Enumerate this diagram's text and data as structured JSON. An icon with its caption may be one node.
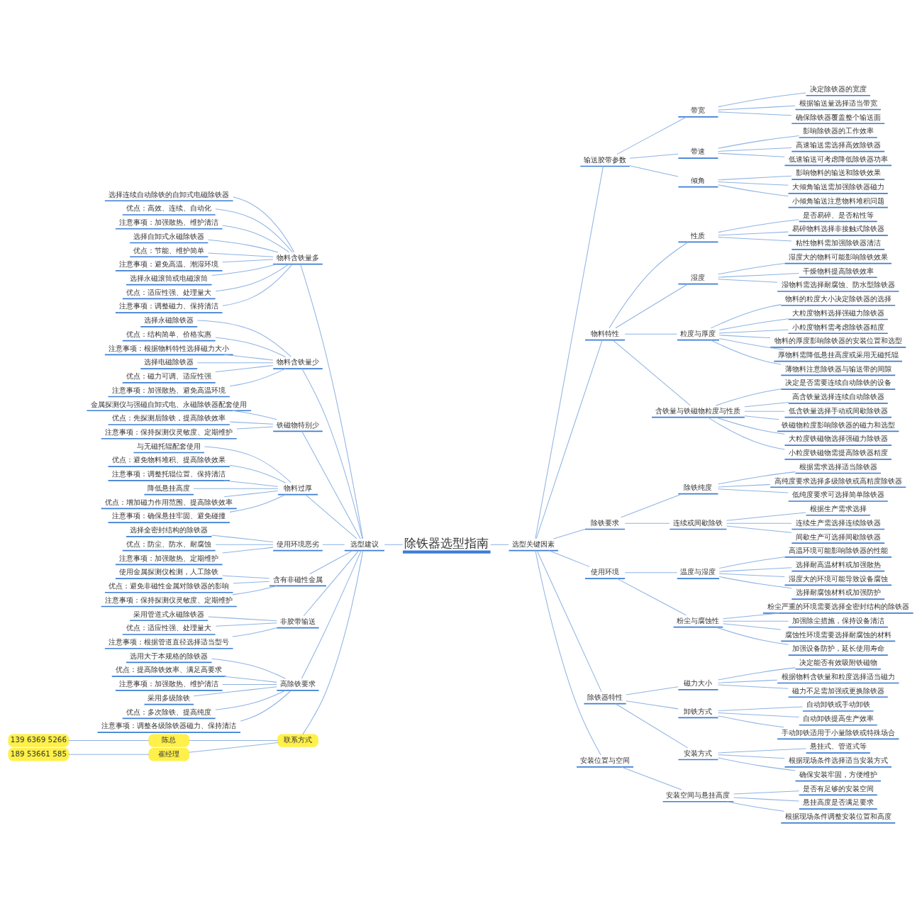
{
  "diagram": {
    "nodes": [
      {
        "text": [
          "除铁器选型指南"
        ]
      },
      {
        "text": [
          "选型建议"
        ]
      },
      {
        "text": [
          "物料含铁量多"
        ]
      },
      {
        "text": [
          "选择连续自动除铁的自卸式电磁除铁器"
        ]
      },
      {
        "text": [
          "优点：高效、连续、自动化"
        ]
      },
      {
        "text": [
          "注意事项：加强散热、维护清洁"
        ]
      },
      {
        "text": [
          "选择自卸式永磁除铁器"
        ]
      },
      {
        "text": [
          "优点：节能、维护简单"
        ]
      },
      {
        "text": [
          "注意事项：避免高温、潮湿环境"
        ]
      },
      {
        "text": [
          "选择永磁滚筒或电磁滚筒"
        ]
      },
      {
        "text": [
          "优点：适应性强、处理量大"
        ]
      },
      {
        "text": [
          "注意事项：调整磁力、保持清洁"
        ]
      },
      {
        "text": [
          "物料含铁量少"
        ]
      },
      {
        "text": [
          "选择永磁除铁器"
        ]
      },
      {
        "text": [
          "优点：结构简单、价格实惠"
        ]
      },
      {
        "text": [
          "注意事项：根据物料特性选择磁力大小"
        ]
      },
      {
        "text": [
          "选择电磁除铁器"
        ]
      },
      {
        "text": [
          "优点：磁力可调、适应性强"
        ]
      },
      {
        "text": [
          "注意事项：加强散热、避免高温环境"
        ]
      },
      {
        "text": [
          "铁磁物特别少"
        ]
      },
      {
        "text": [
          "金属探测仪与强磁自卸式电、永磁除铁器配套使用"
        ]
      },
      {
        "text": [
          "优点：先探测后除铁，提高除铁效率"
        ]
      },
      {
        "text": [
          "注意事项：保持探测仪灵敏度、定期维护"
        ]
      },
      {
        "text": [
          "物料过厚"
        ]
      },
      {
        "text": [
          "与无磁托辊配套使用"
        ]
      },
      {
        "text": [
          "优点：避免物料堆积、提高除铁效果"
        ]
      },
      {
        "text": [
          "注意事项：调整托辊位置、保持清洁"
        ]
      },
      {
        "text": [
          "降低悬挂高度"
        ]
      },
      {
        "text": [
          "优点：增加磁力作用范围、提高除铁效率"
        ]
      },
      {
        "text": [
          "注意事项：确保悬挂牢固、避免碰撞"
        ]
      },
      {
        "text": [
          "使用环境恶劣"
        ]
      },
      {
        "text": [
          "选择全密封结构的除铁器"
        ]
      },
      {
        "text": [
          "优点：防尘、防水、耐腐蚀"
        ]
      },
      {
        "text": [
          "注意事项：加强散热、定期维护"
        ]
      },
      {
        "text": [
          "含有非磁性金属"
        ]
      },
      {
        "text": [
          "使用金属探测仪检测，人工除铁"
        ]
      },
      {
        "text": [
          "优点：避免非磁性金属对除铁器的影响"
        ]
      },
      {
        "text": [
          "注意事项：保持探测仪灵敏度、定期维护"
        ]
      },
      {
        "text": [
          "非胶带输送"
        ]
      },
      {
        "text": [
          "采用管道式永磁除铁器"
        ]
      },
      {
        "text": [
          "优点：适应性强、处理量大"
        ]
      },
      {
        "text": [
          "注意事项：根据管道直径选择适当型号"
        ]
      },
      {
        "text": [
          "高除铁要求"
        ]
      },
      {
        "text": [
          "选用大于本规格的除铁器"
        ]
      },
      {
        "text": [
          "优点：提高除铁效率、满足高要求"
        ]
      },
      {
        "text": [
          "注意事项：加强散热、维护清洁"
        ]
      },
      {
        "text": [
          "采用多级除铁"
        ]
      },
      {
        "text": [
          "优点：多次除铁、提高纯度"
        ]
      },
      {
        "text": [
          "注意事项：调整各级除铁器磁力、保持清洁"
        ]
      },
      {
        "text": [
          "联系方式"
        ]
      },
      {
        "text": [
          "陈总"
        ]
      },
      {
        "text": [
          "139 6369 5266"
        ]
      },
      {
        "text": [
          "崔经理"
        ]
      },
      {
        "text": [
          "189 53661 585"
        ]
      },
      {
        "text": [
          "选型关键因素"
        ]
      },
      {
        "text": [
          "输送胶带参数"
        ]
      },
      {
        "text": [
          "带宽"
        ]
      },
      {
        "text": [
          "决定除铁器的宽度"
        ]
      },
      {
        "text": [
          "根据输送量选择适当带宽"
        ]
      },
      {
        "text": [
          "确保除铁器覆盖整个输送面"
        ]
      },
      {
        "text": [
          "带速"
        ]
      },
      {
        "text": [
          "影响除铁器的工作效率"
        ]
      },
      {
        "text": [
          "高速输送需选择高效除铁器"
        ]
      },
      {
        "text": [
          "低速输送可考虑降低除铁器功率"
        ]
      },
      {
        "text": [
          "倾角"
        ]
      },
      {
        "text": [
          "影响物料的输送和除铁效果"
        ]
      },
      {
        "text": [
          "大倾角输送需加强除铁器磁力"
        ]
      },
      {
        "text": [
          "小倾角输送注意物料堆积问题"
        ]
      },
      {
        "text": [
          "物料特性"
        ]
      },
      {
        "text": [
          "性质"
        ]
      },
      {
        "text": [
          "是否易碎、是否粘性等"
        ]
      },
      {
        "text": [
          "易碎物料选择非接触式除铁器"
        ]
      },
      {
        "text": [
          "粘性物料需加强除铁器清洁"
        ]
      },
      {
        "text": [
          "湿度"
        ]
      },
      {
        "text": [
          "湿度大的物料可能影响除铁效果"
        ]
      },
      {
        "text": [
          "干燥物料提高除铁效率"
        ]
      },
      {
        "text": [
          "湿物料需选择耐腐蚀、防水型除铁器"
        ]
      },
      {
        "text": [
          "粒度与厚度"
        ]
      },
      {
        "text": [
          "物料的粒度大小决定除铁器的选择"
        ]
      },
      {
        "text": [
          "大粒度物料选择强磁力除铁器"
        ]
      },
      {
        "text": [
          "小粒度物料需考虑除铁器精度"
        ]
      },
      {
        "text": [
          "物料的厚度影响除铁器的安装位置和选型"
        ]
      },
      {
        "text": [
          "厚物料需降低悬挂高度或采用无磁托辊"
        ]
      },
      {
        "text": [
          "薄物料注意除铁器与输送带的间隙"
        ]
      },
      {
        "text": [
          "含铁量与铁磁物粒度与性质"
        ]
      },
      {
        "text": [
          "决定是否需要连续自动除铁的设备"
        ]
      },
      {
        "text": [
          "高含铁量选择连续自动除铁器"
        ]
      },
      {
        "text": [
          "低含铁量选择手动或间歇除铁器"
        ]
      },
      {
        "text": [
          "铁磁物粒度影响除铁器的磁力和选型"
        ]
      },
      {
        "text": [
          "大粒度铁磁物选择强磁力除铁器"
        ]
      },
      {
        "text": [
          "小粒度铁磁物需提高除铁器精度"
        ]
      },
      {
        "text": [
          "除铁要求"
        ]
      },
      {
        "text": [
          "除铁纯度"
        ]
      },
      {
        "text": [
          "根据需求选择适当除铁器"
        ]
      },
      {
        "text": [
          "高纯度要求选择多级除铁或高精度除铁器"
        ]
      },
      {
        "text": [
          "低纯度要求可选择简单除铁器"
        ]
      },
      {
        "text": [
          "连续或间歇除铁"
        ]
      },
      {
        "text": [
          "根据生产需求选择"
        ]
      },
      {
        "text": [
          "连续生产需选择连续除铁器"
        ]
      },
      {
        "text": [
          "间歇生产可选择间歇除铁器"
        ]
      },
      {
        "text": [
          "使用环境"
        ]
      },
      {
        "text": [
          "温度与湿度"
        ]
      },
      {
        "text": [
          "高温环境可能影响除铁器的性能"
        ]
      },
      {
        "text": [
          "选择耐高温材料或加强散热"
        ]
      },
      {
        "text": [
          "湿度大的环境可能导致设备腐蚀"
        ]
      },
      {
        "text": [
          "选择耐腐蚀材料或加强防护"
        ]
      },
      {
        "text": [
          "粉尘与腐蚀性"
        ]
      },
      {
        "text": [
          "粉尘严重的环境需要选择全密封结构的除铁器"
        ]
      },
      {
        "text": [
          "加强除尘措施，保持设备清洁"
        ]
      },
      {
        "text": [
          "腐蚀性环境需要选择耐腐蚀的材料"
        ]
      },
      {
        "text": [
          "加强设备防护，延长使用寿命"
        ]
      },
      {
        "text": [
          "除铁器特性"
        ]
      },
      {
        "text": [
          "磁力大小"
        ]
      },
      {
        "text": [
          "决定能否有效吸附铁磁物"
        ]
      },
      {
        "text": [
          "根据物料含铁量和粒度选择适当磁力"
        ]
      },
      {
        "text": [
          "磁力不足需加强或更换除铁器"
        ]
      },
      {
        "text": [
          "卸铁方式"
        ]
      },
      {
        "text": [
          "自动卸铁或手动卸铁"
        ]
      },
      {
        "text": [
          "自动卸铁提高生产效率"
        ]
      },
      {
        "text": [
          "手动卸铁适用于小量除铁或特殊场合"
        ]
      },
      {
        "text": [
          "安装方式"
        ]
      },
      {
        "text": [
          "悬挂式、管道式等"
        ]
      },
      {
        "text": [
          "根据现场条件选择适当安装方式"
        ]
      },
      {
        "text": [
          "确保安装牢固，方便维护"
        ]
      },
      {
        "text": [
          "安装位置与空间"
        ]
      },
      {
        "text": [
          "安装空间与悬挂高度"
        ]
      },
      {
        "text": [
          "是否有足够的安装空间"
        ]
      },
      {
        "text": [
          "悬挂高度是否满足要求"
        ]
      },
      {
        "text": [
          "根据现场条件调整安装位置和高度"
        ]
      }
    ],
    "edges": [
      {
        "from": 1,
        "to": 0,
        "arrow": "none"
      },
      {
        "from": 2,
        "to": 1,
        "arrow": "none"
      },
      {
        "from": 3,
        "to": 2,
        "arrow": "none"
      },
      {
        "from": 4,
        "to": 2,
        "arrow": "none"
      },
      {
        "from": 5,
        "to": 2,
        "arrow": "none"
      },
      {
        "from": 6,
        "to": 2,
        "arrow": "none"
      },
      {
        "from": 7,
        "to": 2,
        "arrow": "none"
      },
      {
        "from": 8,
        "to": 2,
        "arrow": "none"
      },
      {
        "from": 9,
        "to": 2,
        "arrow": "none"
      },
      {
        "from": 10,
        "to": 2,
        "arrow": "none"
      },
      {
        "from": 11,
        "to": 2,
        "arrow": "none"
      },
      {
        "from": 12,
        "to": 1,
        "arrow": "none"
      },
      {
        "from": 13,
        "to": 12,
        "arrow": "none"
      },
      {
        "from": 14,
        "to": 12,
        "arrow": "none"
      },
      {
        "from": 15,
        "to": 12,
        "arrow": "none"
      },
      {
        "from": 16,
        "to": 12,
        "arrow": "none"
      },
      {
        "from": 17,
        "to": 12,
        "arrow": "none"
      },
      {
        "from": 18,
        "to": 12,
        "arrow": "none"
      },
      {
        "from": 19,
        "to": 1,
        "arrow": "none"
      },
      {
        "from": 20,
        "to": 19,
        "arrow": "none"
      },
      {
        "from": 21,
        "to": 19,
        "arrow": "none"
      },
      {
        "from": 22,
        "to": 19,
        "arrow": "none"
      },
      {
        "from": 23,
        "to": 1,
        "arrow": "none"
      },
      {
        "from": 24,
        "to": 23,
        "arrow": "none"
      },
      {
        "from": 25,
        "to": 23,
        "arrow": "none"
      },
      {
        "from": 26,
        "to": 23,
        "arrow": "none"
      },
      {
        "from": 27,
        "to": 23,
        "arrow": "none"
      },
      {
        "from": 28,
        "to": 23,
        "arrow": "none"
      },
      {
        "from": 29,
        "to": 23,
        "arrow": "none"
      },
      {
        "from": 30,
        "to": 1,
        "arrow": "none"
      },
      {
        "from": 31,
        "to": 30,
        "arrow": "none"
      },
      {
        "from": 32,
        "to": 30,
        "arrow": "none"
      },
      {
        "from": 33,
        "to": 30,
        "arrow": "none"
      },
      {
        "from": 34,
        "to": 1,
        "arrow": "none"
      },
      {
        "from": 35,
        "to": 34,
        "arrow": "none"
      },
      {
        "from": 36,
        "to": 34,
        "arrow": "none"
      },
      {
        "from": 37,
        "to": 34,
        "arrow": "none"
      },
      {
        "from": 38,
        "to": 1,
        "arrow": "none"
      },
      {
        "from": 39,
        "to": 38,
        "arrow": "none"
      },
      {
        "from": 40,
        "to": 38,
        "arrow": "none"
      },
      {
        "from": 41,
        "to": 38,
        "arrow": "none"
      },
      {
        "from": 42,
        "to": 1,
        "arrow": "none"
      },
      {
        "from": 43,
        "to": 42,
        "arrow": "none"
      },
      {
        "from": 44,
        "to": 42,
        "arrow": "none"
      },
      {
        "from": 45,
        "to": 42,
        "arrow": "none"
      },
      {
        "from": 46,
        "to": 42,
        "arrow": "none"
      },
      {
        "from": 47,
        "to": 42,
        "arrow": "none"
      },
      {
        "from": 48,
        "to": 42,
        "arrow": "none"
      },
      {
        "from": 49,
        "to": 1,
        "arrow": "none"
      },
      {
        "from": 50,
        "to": 49,
        "arrow": "none"
      },
      {
        "from": 51,
        "to": 50,
        "arrow": "none"
      },
      {
        "from": 52,
        "to": 49,
        "arrow": "none"
      },
      {
        "from": 53,
        "to": 52,
        "arrow": "none"
      },
      {
        "from": 0,
        "to": 54,
        "arrow": "none"
      },
      {
        "from": 54,
        "to": 55,
        "arrow": "none"
      },
      {
        "from": 55,
        "to": 56,
        "arrow": "none"
      },
      {
        "from": 56,
        "to": 57,
        "arrow": "none"
      },
      {
        "from": 56,
        "to": 58,
        "arrow": "none"
      },
      {
        "from": 56,
        "to": 59,
        "arrow": "none"
      },
      {
        "from": 55,
        "to": 60,
        "arrow": "none"
      },
      {
        "from": 60,
        "to": 61,
        "arrow": "none"
      },
      {
        "from": 60,
        "to": 62,
        "arrow": "none"
      },
      {
        "from": 60,
        "to": 63,
        "arrow": "none"
      },
      {
        "from": 55,
        "to": 64,
        "arrow": "none"
      },
      {
        "from": 64,
        "to": 65,
        "arrow": "none"
      },
      {
        "from": 64,
        "to": 66,
        "arrow": "none"
      },
      {
        "from": 64,
        "to": 67,
        "arrow": "none"
      },
      {
        "from": 54,
        "to": 68,
        "arrow": "none"
      },
      {
        "from": 68,
        "to": 69,
        "arrow": "none"
      },
      {
        "from": 69,
        "to": 70,
        "arrow": "none"
      },
      {
        "from": 69,
        "to": 71,
        "arrow": "none"
      },
      {
        "from": 69,
        "to": 72,
        "arrow": "none"
      },
      {
        "from": 68,
        "to": 73,
        "arrow": "none"
      },
      {
        "from": 73,
        "to": 74,
        "arrow": "none"
      },
      {
        "from": 73,
        "to": 75,
        "arrow": "none"
      },
      {
        "from": 73,
        "to": 76,
        "arrow": "none"
      },
      {
        "from": 68,
        "to": 77,
        "arrow": "none"
      },
      {
        "from": 77,
        "to": 78,
        "arrow": "none"
      },
      {
        "from": 77,
        "to": 79,
        "arrow": "none"
      },
      {
        "from": 77,
        "to": 80,
        "arrow": "none"
      },
      {
        "from": 77,
        "to": 81,
        "arrow": "none"
      },
      {
        "from": 77,
        "to": 82,
        "arrow": "none"
      },
      {
        "from": 77,
        "to": 83,
        "arrow": "none"
      },
      {
        "from": 68,
        "to": 84,
        "arrow": "none"
      },
      {
        "from": 84,
        "to": 85,
        "arrow": "none"
      },
      {
        "from": 84,
        "to": 86,
        "arrow": "none"
      },
      {
        "from": 84,
        "to": 87,
        "arrow": "none"
      },
      {
        "from": 84,
        "to": 88,
        "arrow": "none"
      },
      {
        "from": 84,
        "to": 89,
        "arrow": "none"
      },
      {
        "from": 84,
        "to": 90,
        "arrow": "none"
      },
      {
        "from": 54,
        "to": 91,
        "arrow": "none"
      },
      {
        "from": 91,
        "to": 92,
        "arrow": "none"
      },
      {
        "from": 92,
        "to": 93,
        "arrow": "none"
      },
      {
        "from": 92,
        "to": 94,
        "arrow": "none"
      },
      {
        "from": 92,
        "to": 95,
        "arrow": "none"
      },
      {
        "from": 91,
        "to": 96,
        "arrow": "none"
      },
      {
        "from": 96,
        "to": 97,
        "arrow": "none"
      },
      {
        "from": 96,
        "to": 98,
        "arrow": "none"
      },
      {
        "from": 96,
        "to": 99,
        "arrow": "none"
      },
      {
        "from": 54,
        "to": 100,
        "arrow": "none"
      },
      {
        "from": 100,
        "to": 101,
        "arrow": "none"
      },
      {
        "from": 101,
        "to": 102,
        "arrow": "none"
      },
      {
        "from": 101,
        "to": 103,
        "arrow": "none"
      },
      {
        "from": 101,
        "to": 104,
        "arrow": "none"
      },
      {
        "from": 101,
        "to": 105,
        "arrow": "none"
      },
      {
        "from": 100,
        "to": 106,
        "arrow": "none"
      },
      {
        "from": 106,
        "to": 107,
        "arrow": "none"
      },
      {
        "from": 106,
        "to": 108,
        "arrow": "none"
      },
      {
        "from": 106,
        "to": 109,
        "arrow": "none"
      },
      {
        "from": 106,
        "to": 110,
        "arrow": "none"
      },
      {
        "from": 54,
        "to": 111,
        "arrow": "none"
      },
      {
        "from": 111,
        "to": 112,
        "arrow": "none"
      },
      {
        "from": 112,
        "to": 113,
        "arrow": "none"
      },
      {
        "from": 112,
        "to": 114,
        "arrow": "none"
      },
      {
        "from": 112,
        "to": 115,
        "arrow": "none"
      },
      {
        "from": 111,
        "to": 116,
        "arrow": "none"
      },
      {
        "from": 116,
        "to": 117,
        "arrow": "none"
      },
      {
        "from": 116,
        "to": 118,
        "arrow": "none"
      },
      {
        "from": 116,
        "to": 119,
        "arrow": "none"
      },
      {
        "from": 111,
        "to": 120,
        "arrow": "none"
      },
      {
        "from": 120,
        "to": 121,
        "arrow": "none"
      },
      {
        "from": 120,
        "to": 122,
        "arrow": "none"
      },
      {
        "from": 120,
        "to": 123,
        "arrow": "none"
      },
      {
        "from": 54,
        "to": 124,
        "arrow": "none"
      },
      {
        "from": 124,
        "to": 125,
        "arrow": "none"
      },
      {
        "from": 125,
        "to": 126,
        "arrow": "none"
      },
      {
        "from": 125,
        "to": 127,
        "arrow": "none"
      },
      {
        "from": 125,
        "to": 128,
        "arrow": "none"
      }
    ]
  }
}
